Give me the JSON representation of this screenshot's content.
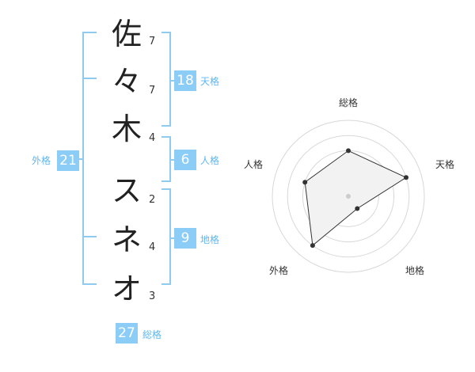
{
  "name_chars": [
    {
      "char": "佐",
      "strokes": "7"
    },
    {
      "char": "々",
      "strokes": "7"
    },
    {
      "char": "木",
      "strokes": "4"
    },
    {
      "char": "ス",
      "strokes": "2"
    },
    {
      "char": "ネ",
      "strokes": "4"
    },
    {
      "char": "オ",
      "strokes": "3"
    }
  ],
  "kaku": {
    "tenkaku": {
      "value": "18",
      "label": "天格"
    },
    "jinkaku": {
      "value": "6",
      "label": "人格"
    },
    "chikaku": {
      "value": "9",
      "label": "地格"
    },
    "gaikaku": {
      "value": "21",
      "label": "外格"
    },
    "soukaku": {
      "value": "27",
      "label": "総格"
    }
  },
  "chart_data": {
    "type": "radar",
    "axes": [
      "総格",
      "天格",
      "地格",
      "外格",
      "人格"
    ],
    "values": [
      3,
      4,
      1,
      4,
      3
    ],
    "max": 5,
    "grid_rings": 5
  },
  "colors": {
    "accent": "#8ccdf8",
    "bracket": "#8fcbef",
    "label": "#5fb7ee",
    "radar_fill": "#f2f2f2",
    "radar_line": "#333333"
  }
}
